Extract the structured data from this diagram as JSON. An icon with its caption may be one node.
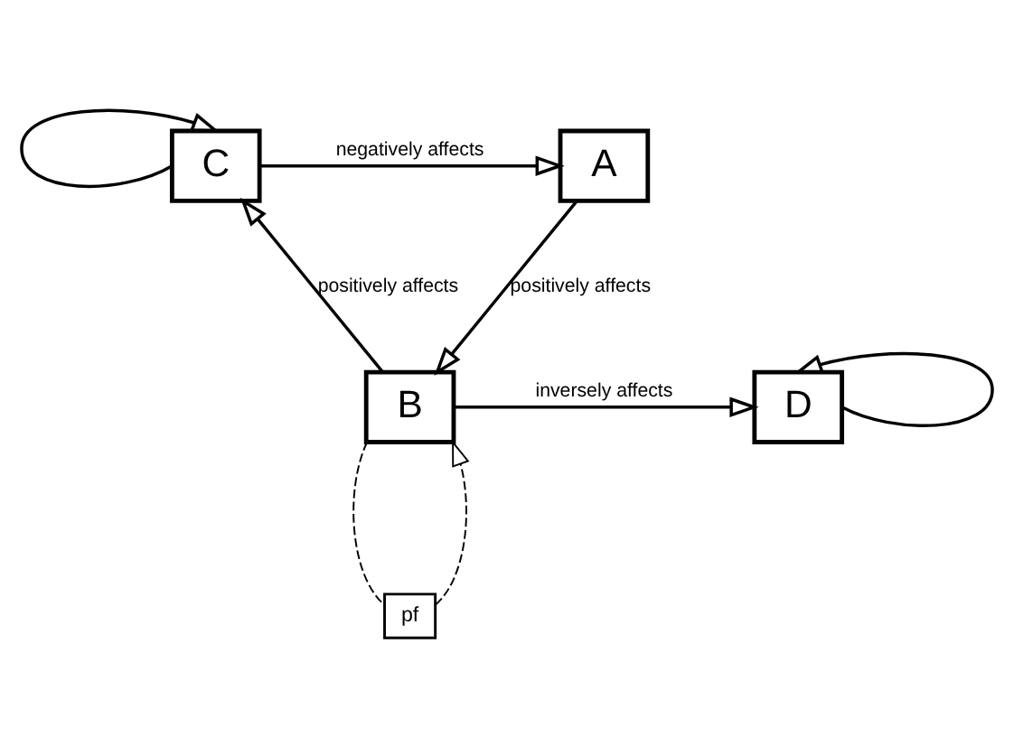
{
  "diagram": {
    "nodes": [
      {
        "text": [
          "A"
        ]
      },
      {
        "text": [
          "B"
        ]
      },
      {
        "text": [
          "C"
        ]
      },
      {
        "text": [
          "D"
        ]
      },
      {
        "text": [
          "pf"
        ]
      }
    ],
    "edges": [
      {
        "from": 2,
        "to": 0,
        "arrow": "to",
        "label": "negatively affects"
      },
      {
        "from": 0,
        "to": 1,
        "arrow": "to",
        "label": "positively affects"
      },
      {
        "from": 1,
        "to": 2,
        "arrow": "to",
        "label": "positively affects"
      },
      {
        "from": 1,
        "to": 3,
        "arrow": "to",
        "label": "inversely affects"
      },
      {
        "from": 2,
        "to": 2,
        "arrow": "to"
      },
      {
        "from": 3,
        "to": 3,
        "arrow": "to"
      },
      {
        "from": 1,
        "to": 4,
        "arrow": "none",
        "style": "dashed"
      },
      {
        "from": 4,
        "to": 1,
        "arrow": "to",
        "style": "dashed"
      }
    ]
  }
}
